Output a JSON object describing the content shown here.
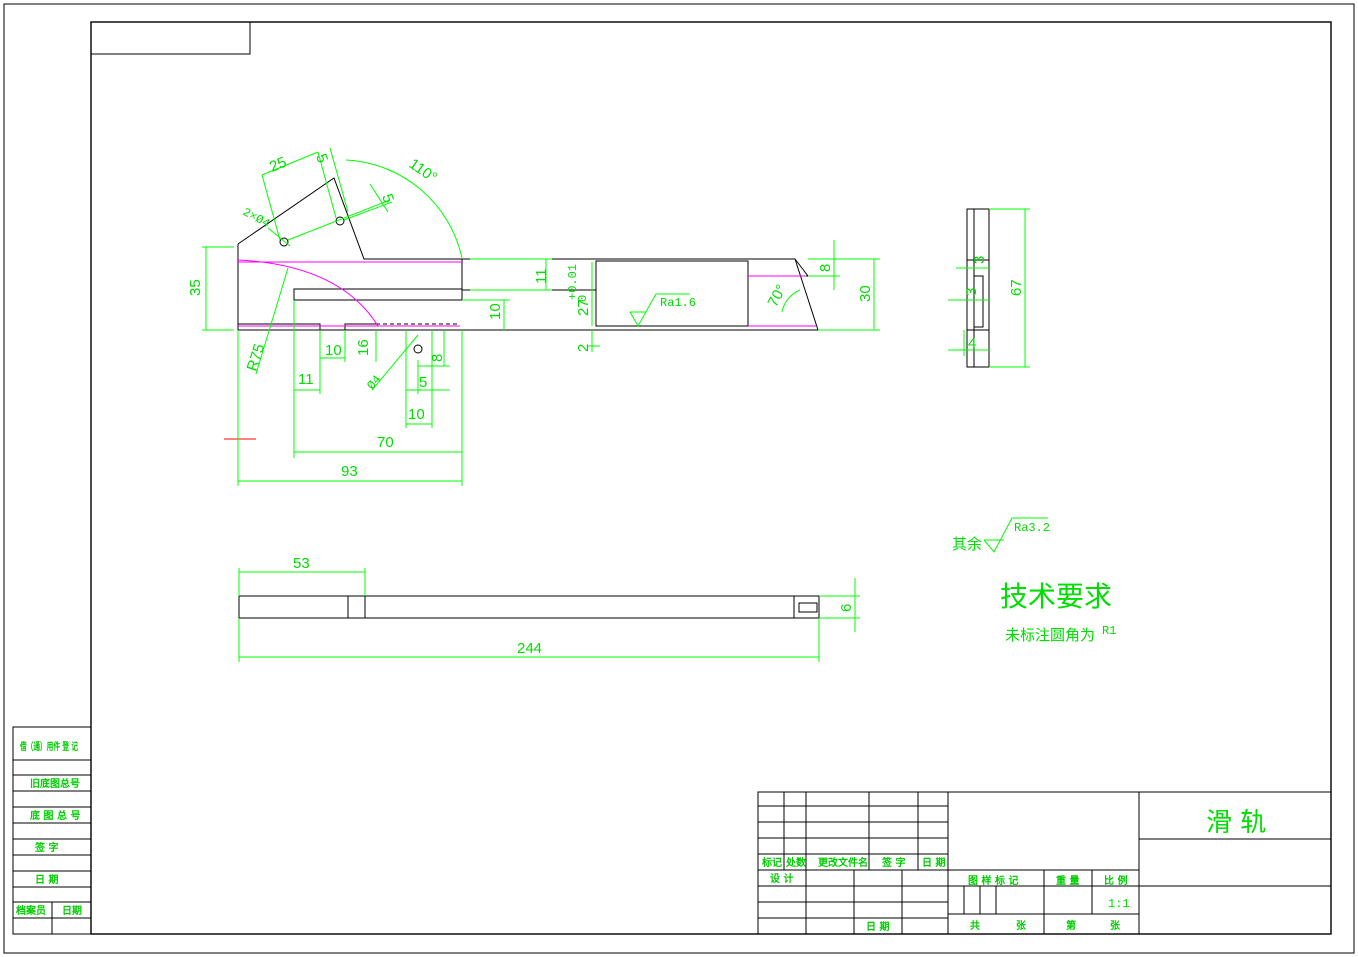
{
  "drawing": {
    "title": "滑 轨",
    "tech_req_title": "技术要求",
    "tech_req_note": "未标注圆角为",
    "tech_req_fillet": "R1",
    "roughness_rest_label": "其余",
    "roughness_rest": "Ra3.2",
    "roughness_local": "Ra1.6",
    "tol_upper": "+0.01",
    "tol_lower": "0"
  },
  "dimensions": {
    "d25": "25",
    "d5a": "5",
    "d110": "110°",
    "d5b": "5",
    "hole2": "2×Ø4",
    "d35": "35",
    "r75": "R75",
    "d11a": "11",
    "d27": "27",
    "d10a": "10",
    "d2": "2",
    "d8a": "8",
    "d30": "30",
    "d70deg": "70°",
    "d10b": "10",
    "d16": "16",
    "d8b": "8",
    "d11b": "11",
    "hole1": "Ø4",
    "d5c": "5",
    "d10c": "10",
    "d70": "70",
    "d93": "93",
    "d53": "53",
    "d6": "6",
    "d244": "244",
    "side3a": "3",
    "side3b": "3",
    "side4": "4",
    "d67": "67"
  },
  "left_block": {
    "borrow_record": "借（通）用件 登 记",
    "old_drawing_no": "旧底图总号",
    "drawing_no": "底 图 总 号",
    "signature": "签 字",
    "date": "日 期",
    "archivist": "档案员",
    "archive_date": "日期"
  },
  "title_block": {
    "mark": "标记",
    "count": "处数",
    "change_doc": "更改文件名",
    "sign": "签 字",
    "date": "日 期",
    "design": "设 计",
    "sign_date": "日 期",
    "stage_mark": "图 样 标 记",
    "weight": "重 量",
    "scale": "比 例",
    "scale_value": "1:1",
    "total": "共",
    "sheets": "张",
    "page": "第",
    "page_sheets": "张"
  },
  "colors": {
    "dimension": "#00ff00",
    "outline": "#000000",
    "center": "#ff00ff",
    "axis": "#ff0000"
  }
}
